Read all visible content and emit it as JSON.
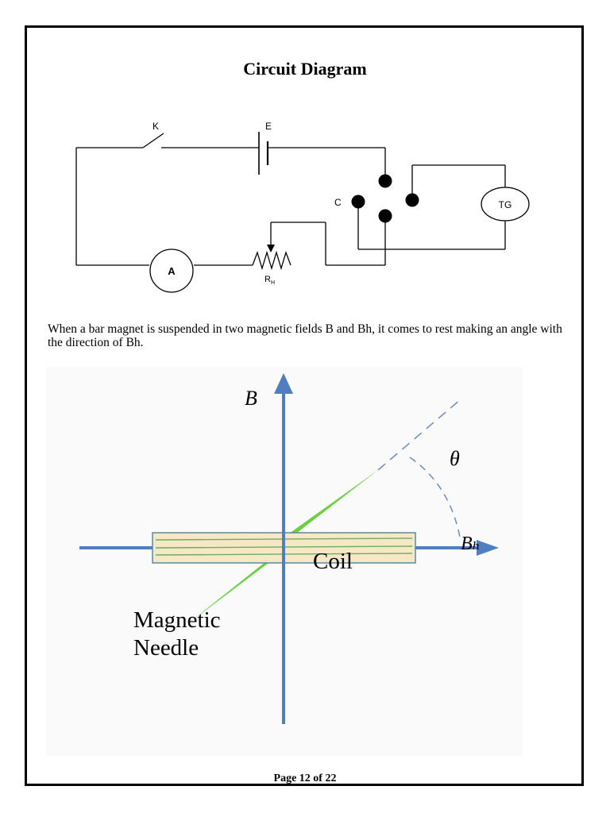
{
  "title": "Circuit Diagram",
  "circuit": {
    "labels": {
      "key": "K",
      "cell": "E",
      "commutator": "C",
      "galvanometer": "TG",
      "ammeter": "A",
      "rheostat": "R",
      "rheostat_sub": "H"
    }
  },
  "paragraph": "When a bar magnet is suspended in two magnetic fields B and Bh, it comes to rest making an angle with the direction of Bh.",
  "vector_diagram": {
    "labels": {
      "vertical_field": "B",
      "angle": "θ",
      "horizontal_field": "Bₕ",
      "coil": "Coil",
      "needle_line1": "Magnetic",
      "needle_line2": "Needle"
    },
    "colors": {
      "axis": "#4f7fc0",
      "needle": "#6ad040",
      "coil_fill": "#f6e7c6",
      "coil_stroke": "#5a8aa0"
    }
  },
  "footer": "Page 12 of 22"
}
